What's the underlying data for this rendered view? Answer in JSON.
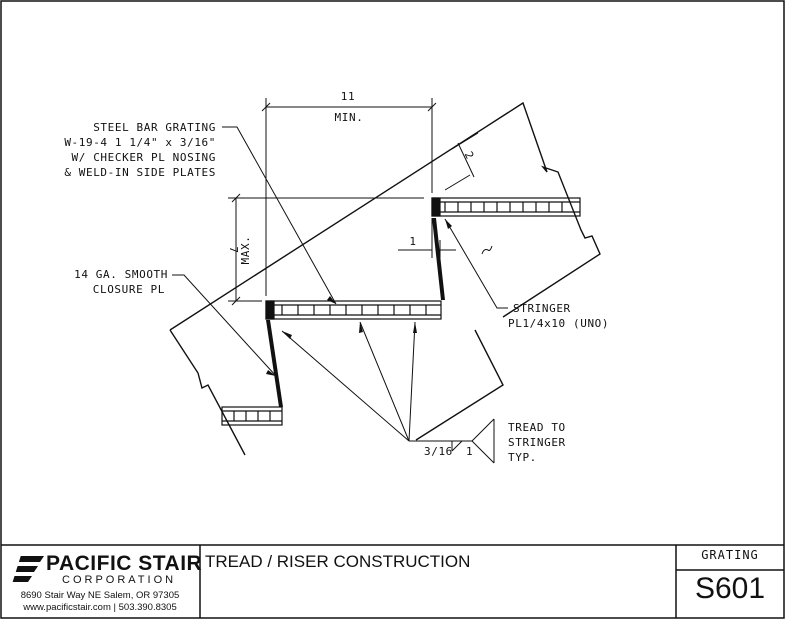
{
  "drawing": {
    "callout_grating": [
      "STEEL BAR GRATING",
      "W-19-4 1 1/4\" x 3/16\"",
      "W/ CHECKER PL NOSING",
      "& WELD-IN SIDE PLATES"
    ],
    "callout_closure": [
      "14 GA. SMOOTH",
      "CLOSURE PL"
    ],
    "callout_stringer": [
      "STRINGER",
      "PL1/4x10 (UNO)"
    ],
    "callout_weld": [
      "TREAD TO",
      "STRINGER",
      "TYP."
    ],
    "dim_tread_value": "11",
    "dim_tread_qualifier": "MIN.",
    "dim_riser_value": "7",
    "dim_riser_qualifier": "MAX.",
    "dim_nosing": "2",
    "dim_offset": "1",
    "weld_size": "3/16",
    "weld_length": "1"
  },
  "title_block": {
    "company_name": "PACIFIC STAIR",
    "company_sub": "CORPORATION",
    "address": "8690 Stair Way NE Salem, OR 97305",
    "contact": "www.pacificstair.com  |  503.390.8305",
    "sheet_title": "TREAD / RISER CONSTRUCTION",
    "category": "GRATING",
    "sheet_number": "S601"
  }
}
